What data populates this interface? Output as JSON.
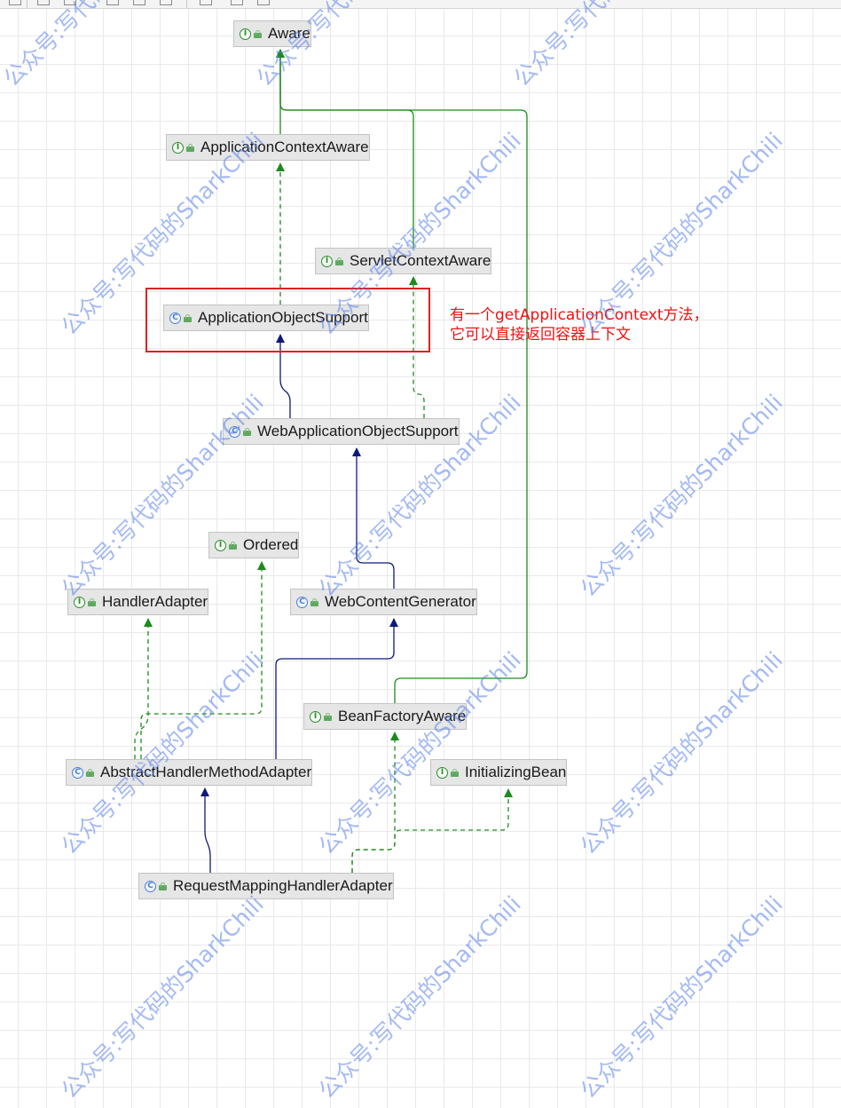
{
  "nodes": {
    "aware": {
      "label": "Aware",
      "kind": "interface",
      "badge": "I"
    },
    "application_context_aware": {
      "label": "ApplicationContextAware",
      "kind": "interface",
      "badge": "I"
    },
    "servlet_context_aware": {
      "label": "ServletContextAware",
      "kind": "interface",
      "badge": "I"
    },
    "application_object_support": {
      "label": "ApplicationObjectSupport",
      "kind": "class",
      "badge": "C"
    },
    "web_application_object_support": {
      "label": "WebApplicationObjectSupport",
      "kind": "class",
      "badge": "C"
    },
    "ordered": {
      "label": "Ordered",
      "kind": "interface",
      "badge": "I"
    },
    "handler_adapter": {
      "label": "HandlerAdapter",
      "kind": "interface",
      "badge": "I"
    },
    "web_content_generator": {
      "label": "WebContentGenerator",
      "kind": "class",
      "badge": "C"
    },
    "bean_factory_aware": {
      "label": "BeanFactoryAware",
      "kind": "interface",
      "badge": "I"
    },
    "abstract_handler_method_adapter": {
      "label": "AbstractHandlerMethodAdapter",
      "kind": "class",
      "badge": "C"
    },
    "initializing_bean": {
      "label": "InitializingBean",
      "kind": "interface",
      "badge": "I"
    },
    "request_mapping_handler_adapter": {
      "label": "RequestMappingHandlerAdapter",
      "kind": "class",
      "badge": "C"
    }
  },
  "edges": [
    {
      "from": "application_context_aware",
      "to": "aware",
      "type": "extends-interface"
    },
    {
      "from": "servlet_context_aware",
      "to": "aware",
      "type": "extends-interface"
    },
    {
      "from": "bean_factory_aware",
      "to": "aware",
      "type": "extends-interface"
    },
    {
      "from": "application_object_support",
      "to": "application_context_aware",
      "type": "implements"
    },
    {
      "from": "web_application_object_support",
      "to": "application_object_support",
      "type": "extends-class"
    },
    {
      "from": "web_application_object_support",
      "to": "servlet_context_aware",
      "type": "implements"
    },
    {
      "from": "web_content_generator",
      "to": "web_application_object_support",
      "type": "extends-class"
    },
    {
      "from": "abstract_handler_method_adapter",
      "to": "web_content_generator",
      "type": "extends-class"
    },
    {
      "from": "abstract_handler_method_adapter",
      "to": "handler_adapter",
      "type": "implements"
    },
    {
      "from": "abstract_handler_method_adapter",
      "to": "ordered",
      "type": "implements"
    },
    {
      "from": "request_mapping_handler_adapter",
      "to": "abstract_handler_method_adapter",
      "type": "extends-class"
    },
    {
      "from": "request_mapping_handler_adapter",
      "to": "bean_factory_aware",
      "type": "implements"
    },
    {
      "from": "request_mapping_handler_adapter",
      "to": "initializing_bean",
      "type": "implements"
    }
  ],
  "annotation": {
    "line1": "有一个getApplicationContext方法，",
    "line2": "它可以直接返回容器上下文"
  },
  "watermark": "公众号:写代码的SharkChili",
  "colors": {
    "interface_edge": "#1e8a1e",
    "class_edge": "#0d1a7a",
    "highlight": "#e02020",
    "annotation_text": "#ee1111",
    "node_background": "#e6e6e6"
  }
}
